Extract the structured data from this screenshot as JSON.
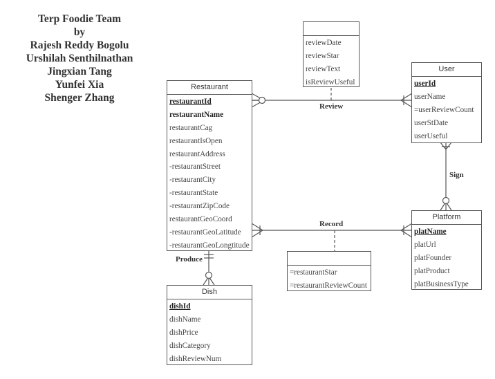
{
  "team": {
    "lines": [
      "Terp Foodie Team",
      "by",
      "Rajesh Reddy Bogolu",
      "Urshilah Senthilnathan",
      "Jingxian Tang",
      "Yunfei Xia",
      "Shenger Zhang"
    ]
  },
  "entities": {
    "restaurant": {
      "title": "Restaurant",
      "attributes": [
        "restaurantId",
        "restaurantName",
        "restaurantCag",
        "restaurantIsOpen",
        "restaurantAddress",
        "-restaurantStreet",
        "-restaurantCity",
        "-restaurantState",
        "-restaurantZipCode",
        "restaurantGeoCoord",
        "-restaurantGeoLatitude",
        "-restaurantGeoLongtitude"
      ]
    },
    "user": {
      "title": "User",
      "attributes": [
        "userId",
        "userName",
        "=userReviewCount",
        "userStDate",
        "userUseful"
      ]
    },
    "platform": {
      "title": "Platform",
      "attributes": [
        "platName",
        "platUrl",
        "platFounder",
        "platProduct",
        "platBusinessType"
      ]
    },
    "dish": {
      "title": "Dish",
      "attributes": [
        "dishId",
        "dishName",
        "dishPrice",
        "dishCategory",
        "dishReviewNum"
      ]
    },
    "review_attrs": {
      "title": "",
      "attributes": [
        "reviewDate",
        "reviewStar",
        "reviewText",
        "isReviewUseful"
      ]
    },
    "record_attrs": {
      "title": "",
      "attributes": [
        "=restaurantStar",
        "=restaurantReviewCount"
      ]
    }
  },
  "relationships": {
    "review": "Review",
    "sign": "Sign",
    "record": "Record",
    "produce": "Produce"
  }
}
